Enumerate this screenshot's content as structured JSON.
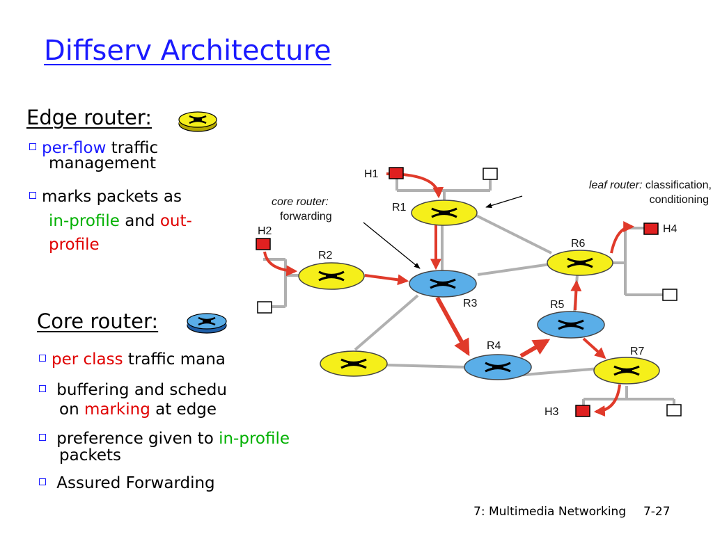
{
  "title": "Diffserv Architecture",
  "edge": {
    "heading": "Edge router:",
    "b1": {
      "p1": "per-flow",
      "p2": " traffic",
      "p3": "management"
    },
    "b2": {
      "p1": "marks packets as",
      "p2": "in-profile",
      "p3": " and ",
      "p4": "out-",
      "p5": "profile"
    }
  },
  "core": {
    "heading": "Core router:",
    "b1": {
      "p1": "per class",
      "p2": " traffic mana"
    },
    "b2": {
      "p1": " buffering and schedu",
      "p2": "on ",
      "p3": "marking",
      "p4": " at edge"
    },
    "b3": {
      "p1": " preference given to ",
      "p2": "in-profile",
      "p3": "packets"
    },
    "b4": {
      "p1": " Assured Forwarding"
    }
  },
  "diagram": {
    "labels": {
      "leaf_italic": "leaf router:",
      "leaf_rest": " classification,",
      "leaf_line2": "conditioning",
      "core_line1": "core router:",
      "core_line2": "forwarding"
    },
    "routers": [
      {
        "id": "R1",
        "type": "edge"
      },
      {
        "id": "R2",
        "type": "edge"
      },
      {
        "id": "R3",
        "type": "core"
      },
      {
        "id": "R4",
        "type": "core"
      },
      {
        "id": "R5",
        "type": "core"
      },
      {
        "id": "R6",
        "type": "edge"
      },
      {
        "id": "R7",
        "type": "edge"
      }
    ],
    "hosts": [
      "H1",
      "H2",
      "H3",
      "H4"
    ],
    "colors": {
      "edge_router": "#f5ef1a",
      "core_router": "#5aaee8",
      "link": "#b0b0b0",
      "flow_arrow": "#e03a2a",
      "host_active": "#e02020",
      "host_idle": "#ffffff"
    }
  },
  "footer": {
    "chapter": "7: Multimedia Networking",
    "page": "7-27"
  }
}
